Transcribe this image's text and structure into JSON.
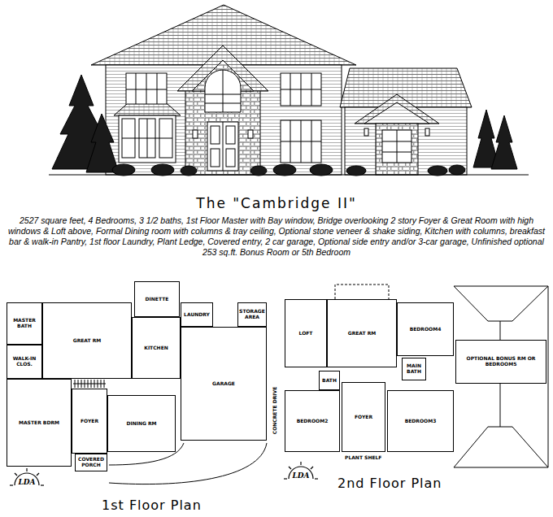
{
  "diagram": {
    "title": "The \"Cambridge II\"",
    "caption": "2527 square feet, 4 Bedrooms, 3 1/2 baths, 1st Floor Master with Bay window, Bridge overlooking 2 story Foyer & Great Room with high windows & Loft above, Formal Dining room with columns & tray ceiling, Optional stone veneer & shake siding, Kitchen with columns, breakfast bar & walk-in Pantry, 1st floor Laundry, Plant Ledge, Covered entry, 2 car garage, Optional side entry and/or 3-car garage, Unfinished optional 253 sq.ft. Bonus Room or 5th Bedroom",
    "nodes": [
      {
        "text": [
          "1st Floor Plan"
        ]
      },
      {
        "text": [
          "MASTER BATH"
        ],
        "in": 0
      },
      {
        "text": [
          "WALK-IN CLOS."
        ],
        "in": 0
      },
      {
        "text": [
          "GREAT RM"
        ],
        "in": 0
      },
      {
        "text": [
          "DINETTE"
        ],
        "in": 0
      },
      {
        "text": [
          "KITCHEN"
        ],
        "in": 0
      },
      {
        "text": [
          "LAUNDRY"
        ],
        "in": 0
      },
      {
        "text": [
          "STORAGE AREA"
        ],
        "in": 0
      },
      {
        "text": [
          "GARAGE"
        ],
        "in": 0
      },
      {
        "text": [
          "MASTER BDRM"
        ],
        "in": 0
      },
      {
        "text": [
          "FOYER"
        ],
        "in": 0
      },
      {
        "text": [
          "DINING RM"
        ],
        "in": 0
      },
      {
        "text": [
          "COVERED PORCH"
        ],
        "in": 0
      },
      {
        "text": [
          "2nd Floor Plan"
        ]
      },
      {
        "text": [
          "LOFT"
        ],
        "in": 13
      },
      {
        "text": [
          "GREAT RM"
        ],
        "in": 13
      },
      {
        "text": [
          "BEDROOM4"
        ],
        "in": 13
      },
      {
        "text": [
          "BATH"
        ],
        "in": 13
      },
      {
        "text": [
          "MAIN BATH"
        ],
        "in": 13
      },
      {
        "text": [
          "OPTIONAL BONUS RM OR BEDROOM5"
        ],
        "in": 13
      },
      {
        "text": [
          "BEDROOM2"
        ],
        "in": 13
      },
      {
        "text": [
          "FOYER"
        ],
        "in": 13
      },
      {
        "text": [
          "BEDROOM3"
        ],
        "in": 13
      }
    ],
    "labels": [
      "CONCRETE DRIVE",
      "PLANT SHELF",
      "LDA",
      "LDA"
    ]
  }
}
